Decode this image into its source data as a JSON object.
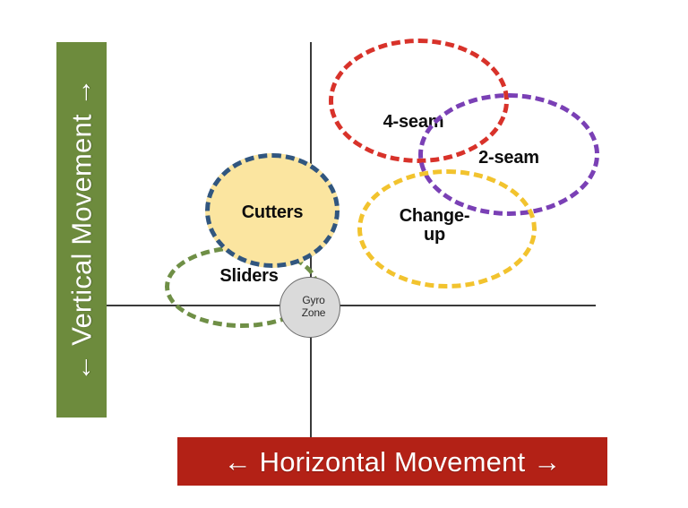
{
  "axes": {
    "vertical": {
      "label": "← Vertical Movement →",
      "color": "#6d8b3d"
    },
    "horizontal": {
      "label": "← Horizontal Movement →",
      "color": "#b32116"
    }
  },
  "chart_data": {
    "type": "scatter",
    "title": "",
    "xlabel": "← Horizontal Movement →",
    "ylabel": "← Vertical Movement →",
    "grid": false,
    "legend": "none",
    "axis_origin_note": "Crosshair axes cross near lower-left of the pitch cluster field",
    "regions": [
      {
        "name": "4-seam",
        "label": "4-seam",
        "shape": "ellipse",
        "stroke": "#d8322a",
        "stroke_style": "dashed",
        "fill": "none",
        "quadrant": "upper-right",
        "center": [
          468,
          113
        ],
        "radii": [
          100,
          69
        ]
      },
      {
        "name": "2-seam",
        "label": "2-seam",
        "shape": "ellipse",
        "stroke": "#7a40b5",
        "stroke_style": "dashed",
        "fill": "none",
        "quadrant": "upper-right",
        "center": [
          568,
          173
        ],
        "radii": [
          101,
          68
        ]
      },
      {
        "name": "change-up",
        "label": "Change-\nup",
        "label_line1": "Change-",
        "label_line2": "up",
        "shape": "ellipse",
        "stroke": "#f2c32e",
        "stroke_style": "dashed",
        "fill": "none",
        "quadrant": "upper-right",
        "center": [
          499,
          256
        ],
        "radii": [
          100,
          67
        ]
      },
      {
        "name": "cutters",
        "label": "Cutters",
        "shape": "ellipse",
        "stroke": "#31567f",
        "stroke_style": "dashed",
        "fill": "#fbe5a0",
        "quadrant": "upper-left",
        "center": [
          304,
          235
        ],
        "radii": [
          75,
          64
        ]
      },
      {
        "name": "sliders",
        "label": "Sliders",
        "shape": "ellipse",
        "stroke": "#6f8f46",
        "stroke_style": "dashed",
        "fill": "none",
        "quadrant": "upper-left / lower-left",
        "center": [
          270,
          320
        ],
        "radii": [
          86,
          46
        ]
      },
      {
        "name": "gyro-zone",
        "label": "Gyro\nZone",
        "label_line1": "Gyro",
        "label_line2": "Zone",
        "shape": "circle",
        "stroke": "#6b6b6b",
        "stroke_style": "solid",
        "fill": "#dadada",
        "quadrant": "origin",
        "center": [
          346,
          343
        ],
        "radii": [
          34,
          34
        ]
      }
    ]
  },
  "regions": {
    "four_seam": {
      "label": "4-seam"
    },
    "two_seam": {
      "label": "2-seam"
    },
    "changeup": {
      "line1": "Change-",
      "line2": "up"
    },
    "cutters": {
      "label": "Cutters"
    },
    "sliders": {
      "label": "Sliders"
    },
    "gyro": {
      "line1": "Gyro",
      "line2": "Zone"
    }
  }
}
